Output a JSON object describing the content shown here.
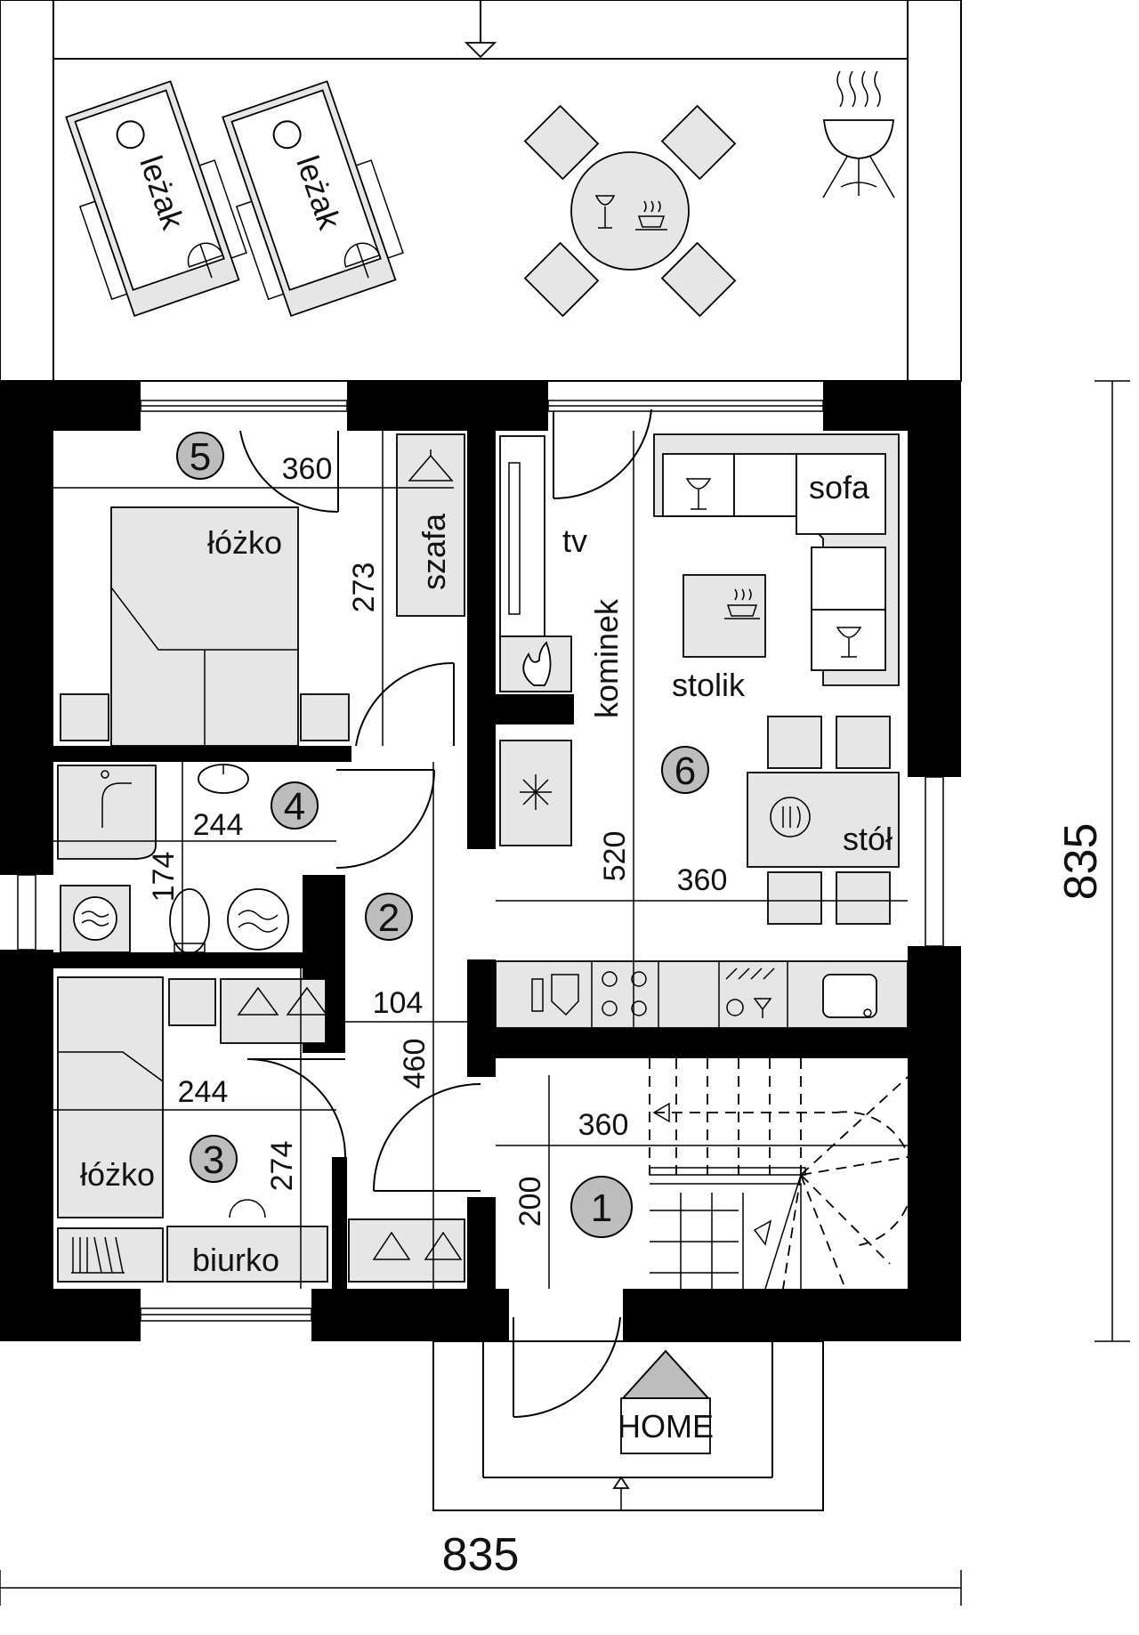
{
  "rooms": [
    {
      "num": "1"
    },
    {
      "num": "2"
    },
    {
      "num": "3"
    },
    {
      "num": "4"
    },
    {
      "num": "5"
    },
    {
      "num": "6"
    }
  ],
  "labels": {
    "lezak": "leżak",
    "lozko": "łóżko",
    "szafa": "szafa",
    "tv": "tv",
    "kominek": "kominek",
    "sofa": "sofa",
    "stolik": "stolik",
    "stol": "stół",
    "biurko": "biurko",
    "home": "HOME"
  },
  "dimensions": {
    "d360_bedroom": "360",
    "d273": "273",
    "d244_bath": "244",
    "d174": "174",
    "d104": "104",
    "d460": "460",
    "d244_room3": "244",
    "d274": "274",
    "d360_living": "360",
    "d520": "520",
    "d360_hall": "360",
    "d200": "200",
    "total_width": "835",
    "total_height": "835"
  },
  "colors": {
    "wall": "#000000",
    "furniture": "#e6e6e6",
    "room_marker": "#bdbdbd"
  }
}
